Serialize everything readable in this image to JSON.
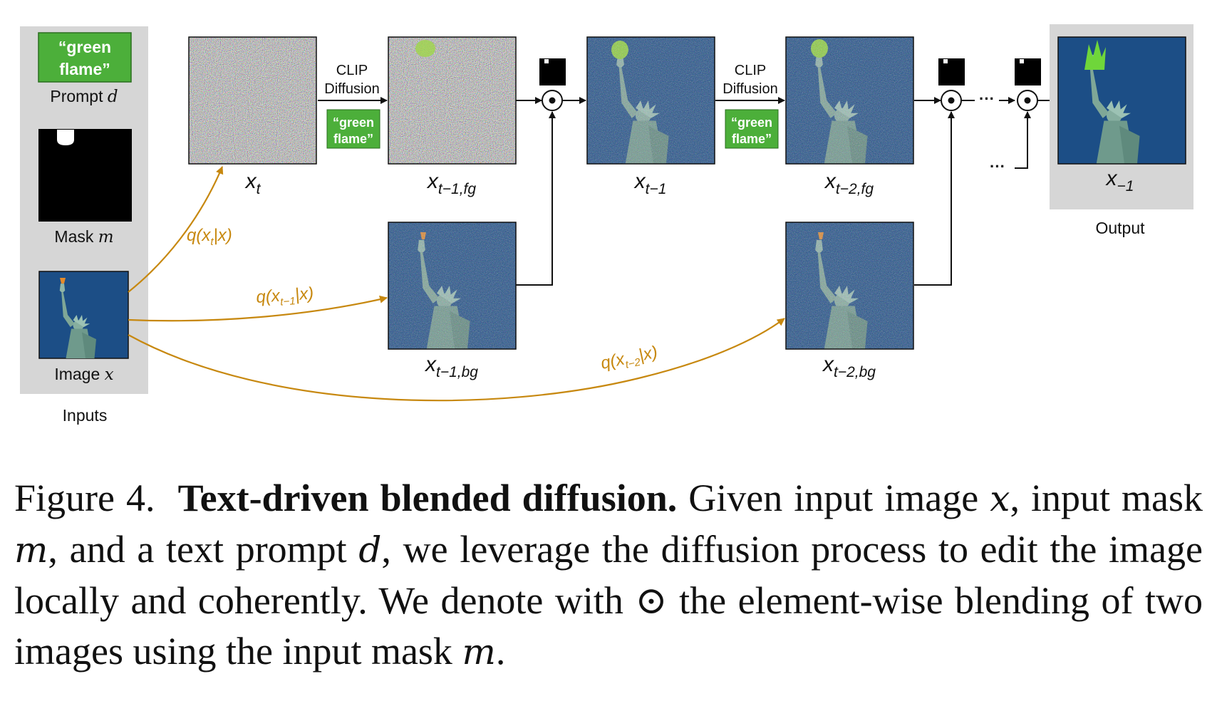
{
  "figure": {
    "prompt_text_line1": "“green",
    "prompt_text_line2": "flame”",
    "prompt_label": "Prompt ",
    "prompt_var": "d",
    "mask_label": "Mask ",
    "mask_var": "m",
    "image_label": "Image ",
    "image_var": "x",
    "inputs_label": "Inputs",
    "output_label": "Output",
    "step_label_line1": "CLIP",
    "step_label_line2": "Diffusion",
    "step_prompt_line1": "“green",
    "step_prompt_line2": "flame”",
    "node_xt": {
      "main": "x",
      "sub": "t"
    },
    "node_xt1fg": {
      "main": "x",
      "sub": "t−1,fg"
    },
    "node_xt1": {
      "main": "x",
      "sub": "t−1"
    },
    "node_xt2fg": {
      "main": "x",
      "sub": "t−2,fg"
    },
    "node_xout": {
      "main": "x",
      "sub": "−1"
    },
    "node_xt1bg": {
      "main": "x",
      "sub": "t−1,bg"
    },
    "node_xt2bg": {
      "main": "x",
      "sub": "t−2,bg"
    },
    "q1": {
      "pre": "q(x",
      "sub": "t",
      "post": "|x)"
    },
    "q2": {
      "pre": "q(x",
      "sub": "t−1",
      "post": "|x)"
    },
    "q3": {
      "pre": "q(x",
      "sub": "t−2",
      "post": "|x)"
    },
    "ellipsis": "···",
    "blend_symbol": "⊙",
    "colors": {
      "accent_orange": "#c7880f",
      "prompt_green": "#4caf3a",
      "panel_gray": "#d6d6d6",
      "sky_blue": "#1c4e86"
    }
  },
  "caption": {
    "label": "Figure 4.",
    "title": "Text-driven blended diffusion.",
    "t1": " Given input image ",
    "v1": "x",
    "t2": ", input mask ",
    "v2": "m",
    "t3": ", and a text prompt ",
    "v3": "d",
    "t4": ", we leverage the diffusion process to edit the image locally and coherently. We denote with ",
    "sym": "⊙",
    "t5": " the element-wise blending of two images using the input mask ",
    "v4": "m",
    "t6": "."
  }
}
